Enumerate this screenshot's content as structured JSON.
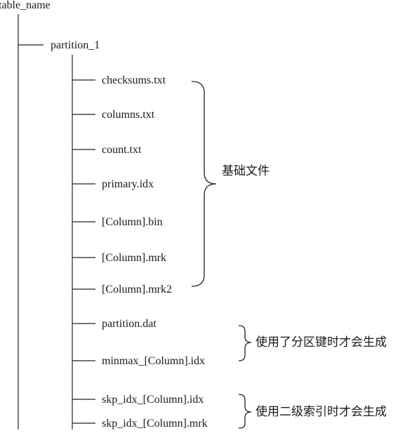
{
  "root": {
    "label": "table_name"
  },
  "partition": {
    "label": "partition_1"
  },
  "files": [
    {
      "id": "checksums",
      "label": "checksums.txt"
    },
    {
      "id": "columns",
      "label": "columns.txt"
    },
    {
      "id": "count",
      "label": "count.txt"
    },
    {
      "id": "primary",
      "label": "primary.idx"
    },
    {
      "id": "column-bin",
      "label": "[Column].bin"
    },
    {
      "id": "column-mrk",
      "label": "[Column].mrk"
    },
    {
      "id": "column-mrk2",
      "label": "[Column].mrk2"
    },
    {
      "id": "partition-dat",
      "label": "partition.dat"
    },
    {
      "id": "minmax-idx",
      "label": "minmax_[Column].idx"
    },
    {
      "id": "skp-idx",
      "label": "skp_idx_[Column].idx"
    },
    {
      "id": "skp-mrk",
      "label": "skp_idx_[Column].mrk"
    }
  ],
  "groups": [
    {
      "id": "basic",
      "label": "基础文件"
    },
    {
      "id": "partition-key",
      "label": "使用了分区键时才会生成"
    },
    {
      "id": "secondary-index",
      "label": "使用二级索引时才会生成"
    }
  ]
}
